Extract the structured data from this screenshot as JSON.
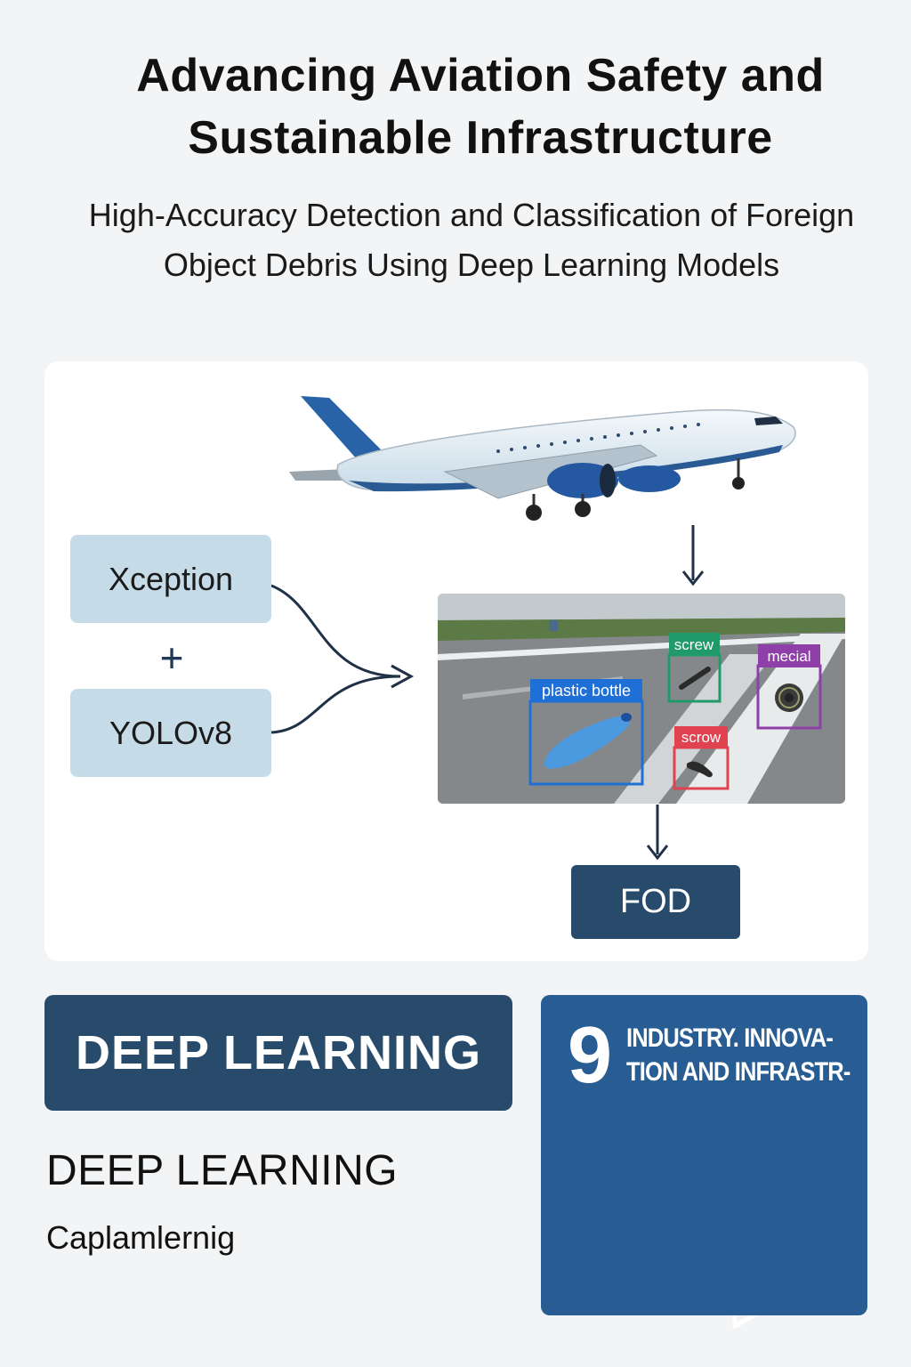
{
  "title": {
    "line1": "Advancing Aviation Safety and",
    "line2": "Sustainable Infrastructure"
  },
  "subtitle": "High-Accuracy Detection and Classification of Foreign Object Debris Using Deep Learning Models",
  "diagram": {
    "model_a": "Xception",
    "plus": "+",
    "model_b": "YOLOv8",
    "output": "FOD",
    "detections": [
      {
        "label": "plastic bottle",
        "color": "#1e6fd6"
      },
      {
        "label": "screw",
        "color": "#1f9a68"
      },
      {
        "label": "mecial",
        "color": "#8e3fa8"
      },
      {
        "label": "scrow",
        "color": "#e04250"
      }
    ]
  },
  "banner": "DEEP LEARNING",
  "caption": "DEEP LEARNING",
  "caption_sub": "Caplamlernig",
  "sdg": {
    "number": "9",
    "line1": "INDUSTRY. INNOVA-",
    "line2": "TION AND INFRASTR-"
  },
  "colors": {
    "navy": "#284b6c",
    "sdg_blue": "#275d93",
    "model_box": "#c6dbe8"
  }
}
